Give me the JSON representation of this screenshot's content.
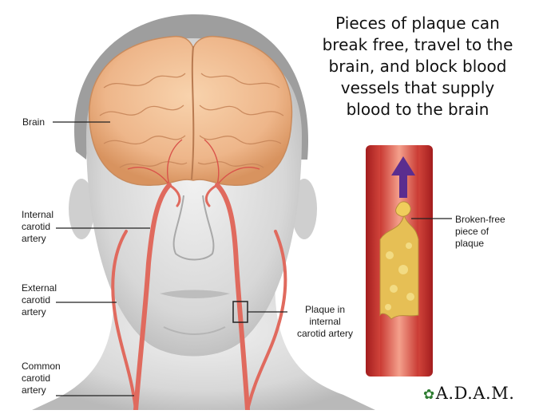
{
  "headline": "Pieces of plaque can\nbreak free, travel to the\nbrain, and block blood\nvessels that supply\nblood to the brain",
  "labels": {
    "brain": "Brain",
    "internal_carotid": "Internal\ncarotid\nartery",
    "external_carotid": "External\ncarotid\nartery",
    "common_carotid": "Common\ncarotid\nartery",
    "plaque": "Plaque in\ninternal\ncarotid artery",
    "broken_free": "Broken-free\npiece of\nplaque"
  },
  "logo": {
    "text": "A.D.A.M.",
    "icon": "leaf-icon"
  },
  "colors": {
    "artery": "#e06a5e",
    "artery_dark": "#b8282a",
    "brain": "#eeb68a",
    "plaque": "#e9c45a",
    "arrow": "#5b2d8f"
  }
}
